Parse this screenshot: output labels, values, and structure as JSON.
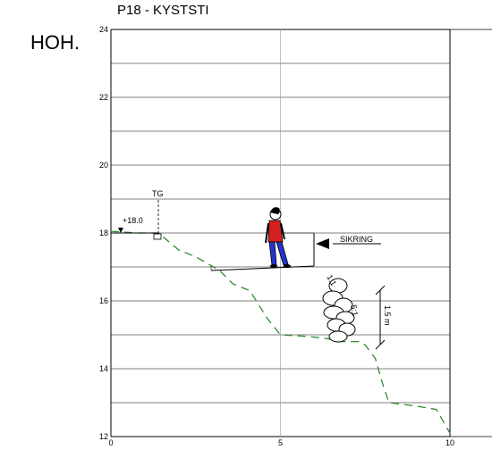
{
  "title": "P18 - KYSTSTI",
  "y_axis_label": "HOH.",
  "annotations": {
    "elevation_label": "+18.0",
    "tg_label": "TG",
    "sikring_label": "SIKRING",
    "slope_label": "1:1",
    "slope_label_2": "5:1",
    "height_label": "1.5 m"
  },
  "colors": {
    "terrain_line": "#2e8b2e",
    "person_shirt": "#d42020",
    "person_pants": "#2233cc",
    "grid": "#000000"
  },
  "chart_data": {
    "type": "line",
    "title": "P18 - KYSTSTI",
    "xlabel": "",
    "ylabel": "HOH.",
    "xlim": [
      0,
      10
    ],
    "ylim": [
      12,
      24
    ],
    "x_ticks": [
      "0",
      "5",
      "10"
    ],
    "y_ticks": [
      "12",
      "14",
      "16",
      "18",
      "20",
      "22",
      "24"
    ],
    "grid": true,
    "series": [
      {
        "style": "dashed",
        "points": [
          [
            0,
            18.05
          ],
          [
            0.8,
            18.0
          ],
          [
            1.4,
            18.0
          ],
          [
            2.0,
            17.5
          ],
          [
            2.5,
            17.3
          ],
          [
            3.2,
            16.9
          ],
          [
            3.6,
            16.5
          ],
          [
            4.1,
            16.3
          ],
          [
            4.6,
            15.5
          ],
          [
            5.0,
            15.0
          ],
          [
            5.8,
            14.95
          ],
          [
            6.3,
            14.9
          ],
          [
            6.8,
            14.8
          ],
          [
            7.3,
            14.8
          ],
          [
            7.5,
            14.7
          ],
          [
            7.8,
            14.3
          ],
          [
            8.0,
            13.6
          ],
          [
            8.2,
            13.0
          ],
          [
            9.0,
            12.9
          ],
          [
            9.6,
            12.8
          ],
          [
            10.0,
            12.1
          ]
        ]
      }
    ]
  }
}
